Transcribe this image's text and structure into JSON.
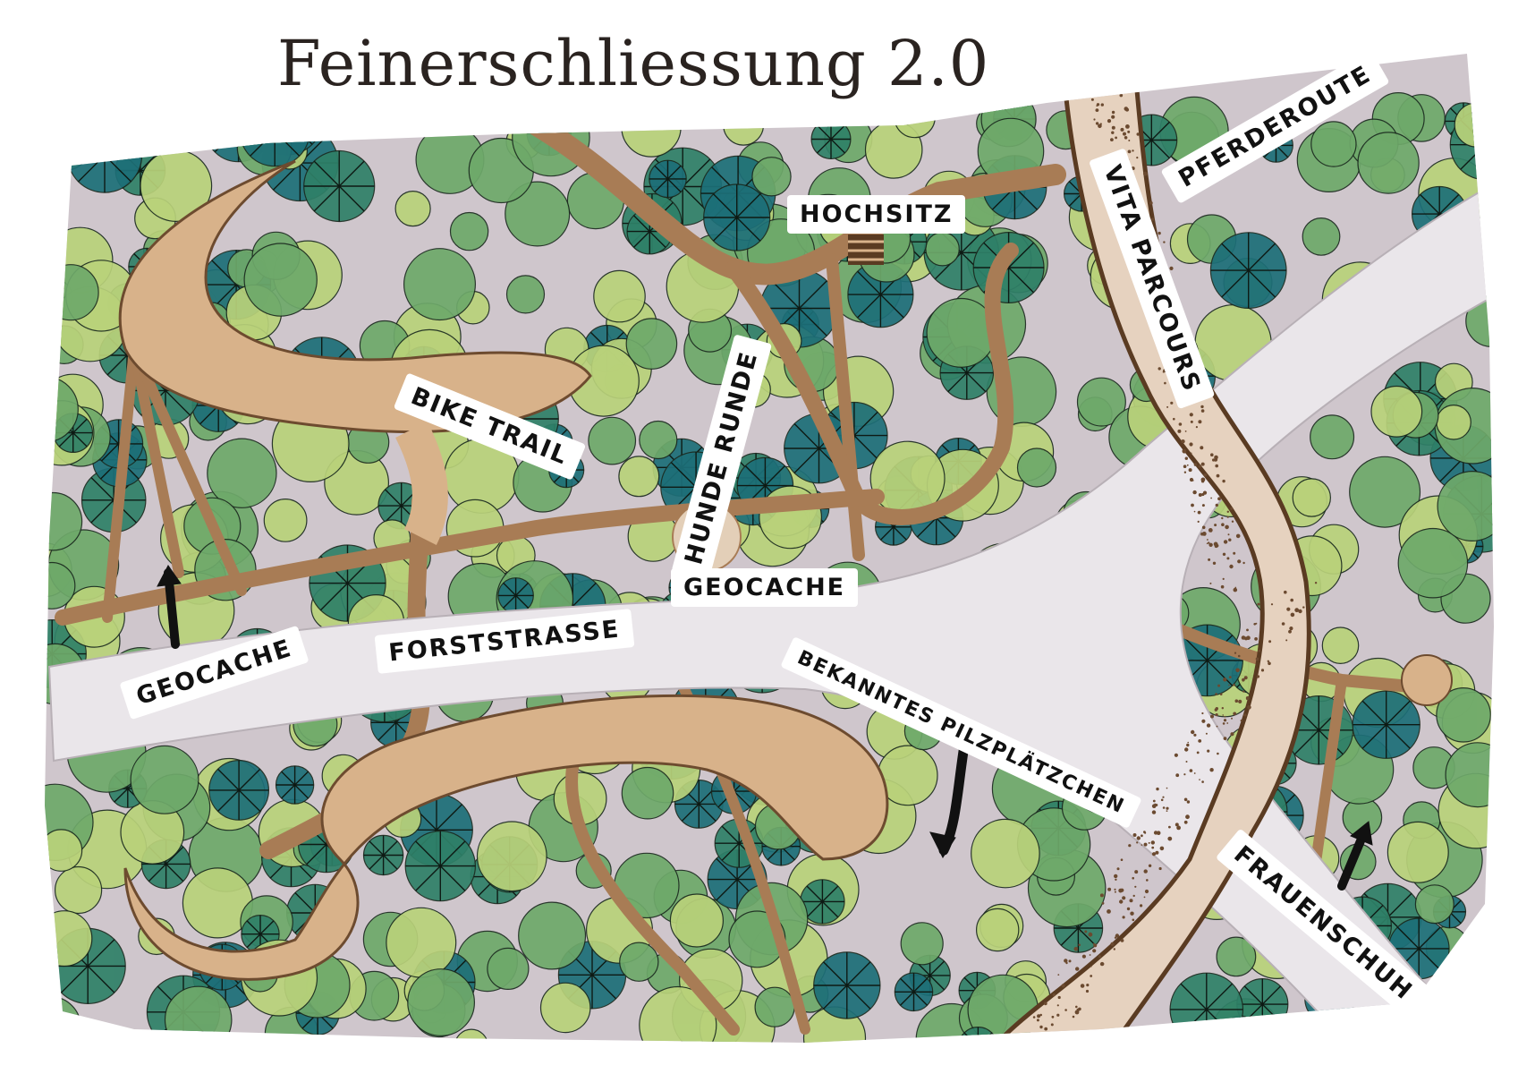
{
  "title": "Feinerschliessung 2.0",
  "labels": {
    "hochsitz": "HOCHSITZ",
    "pferderoute": "PFERDEROUTE",
    "vita_parcours": "VITA PARCOURS",
    "bike_trail_1": "BIKE TRAIL",
    "hunde_runde": "HUNDE RUNDE",
    "geocache_center": "GEOCACHE",
    "geocache_left": "GEOCACHE",
    "forststrasse": "FORSTSTRASSE",
    "bekanntes_pilzplaetzchen": "BEKANNTES PILZPLÄTZCHEN",
    "frauenschuh": "FRAUENSCHUH"
  },
  "colors": {
    "ground": "#cfc6cc",
    "road": "#eae6ea",
    "trail": "#a87c55",
    "trail_light": "#d8b28a",
    "tree_light": "#b9d27a",
    "tree_mid": "#6ea96a",
    "tree_dark": "#2f8068",
    "tree_teal": "#1d6f78",
    "ink": "#1b1b1b"
  }
}
